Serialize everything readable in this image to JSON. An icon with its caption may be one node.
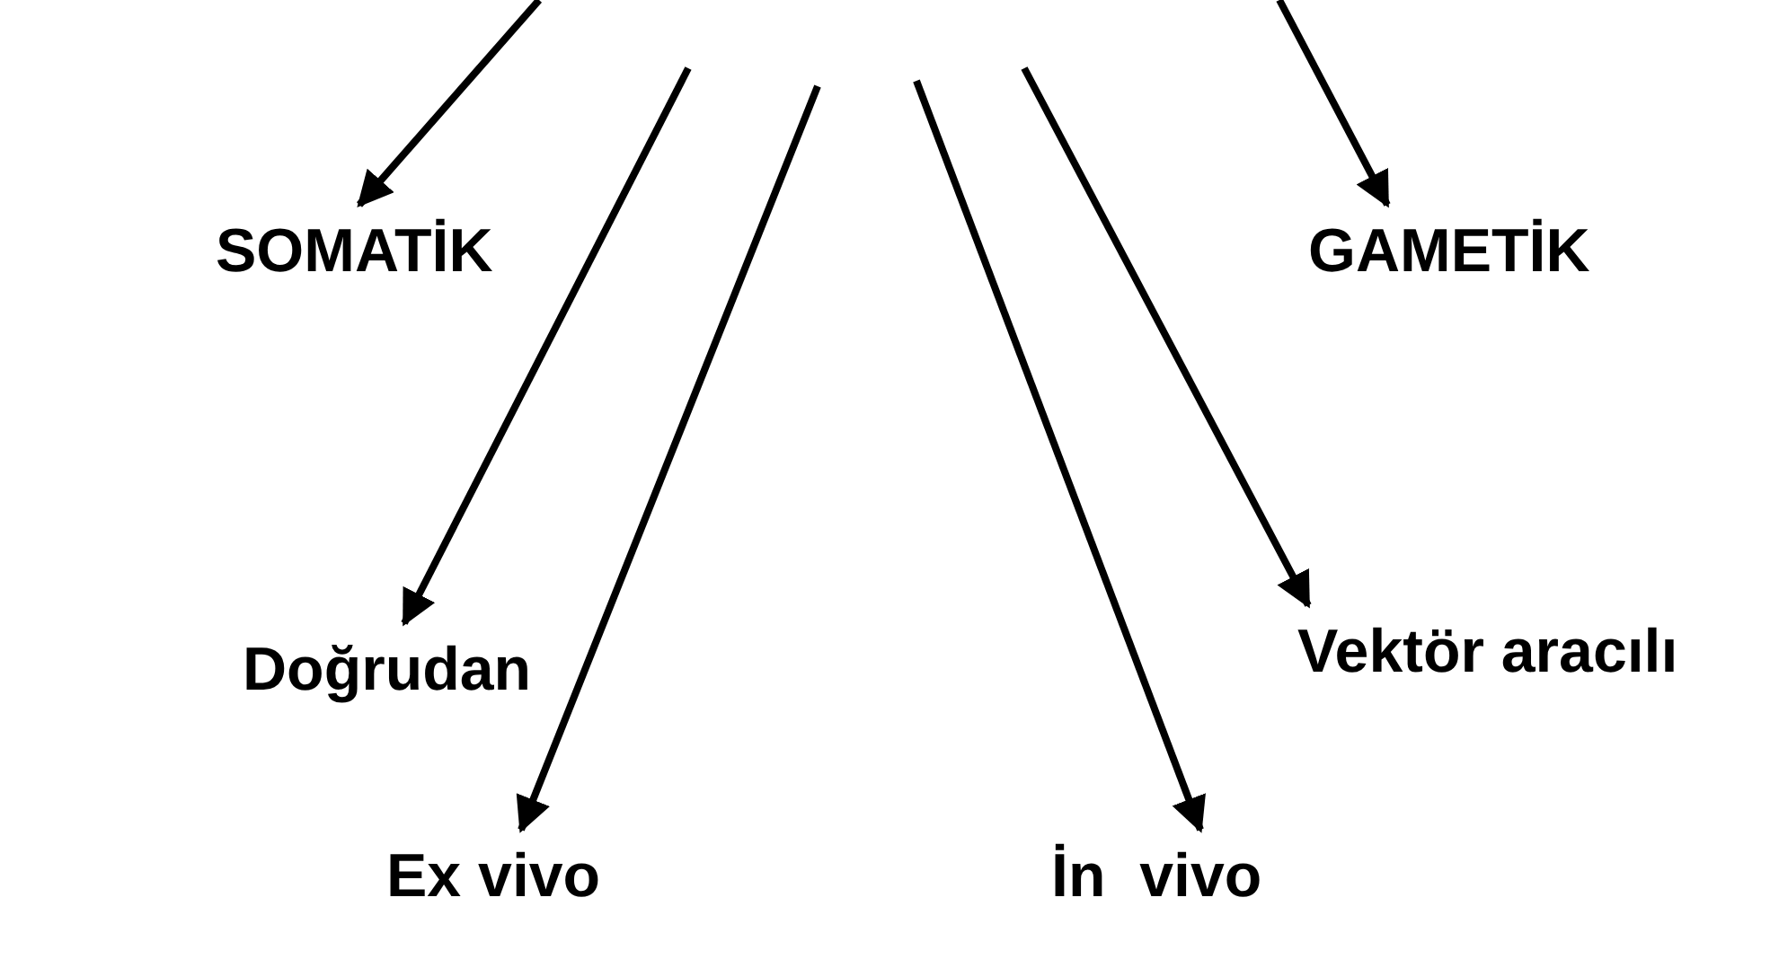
{
  "diagram": {
    "nodes": [
      {
        "text": [
          "SOMATİK"
        ]
      },
      {
        "text": [
          "GAMETİK"
        ]
      },
      {
        "text": [
          "Doğrudan"
        ]
      },
      {
        "text": [
          "Vektör aracılı"
        ]
      },
      {
        "text": [
          "Ex vivo"
        ]
      },
      {
        "text": [
          "İn  vivo"
        ]
      }
    ],
    "edges": [
      {
        "from": null,
        "to": 0,
        "arrow": "to"
      },
      {
        "from": null,
        "to": 1,
        "arrow": "to"
      },
      {
        "from": null,
        "to": 2,
        "arrow": "to"
      },
      {
        "from": null,
        "to": 4,
        "arrow": "to"
      },
      {
        "from": null,
        "to": 5,
        "arrow": "to"
      },
      {
        "from": null,
        "to": 3,
        "arrow": "to"
      }
    ]
  }
}
